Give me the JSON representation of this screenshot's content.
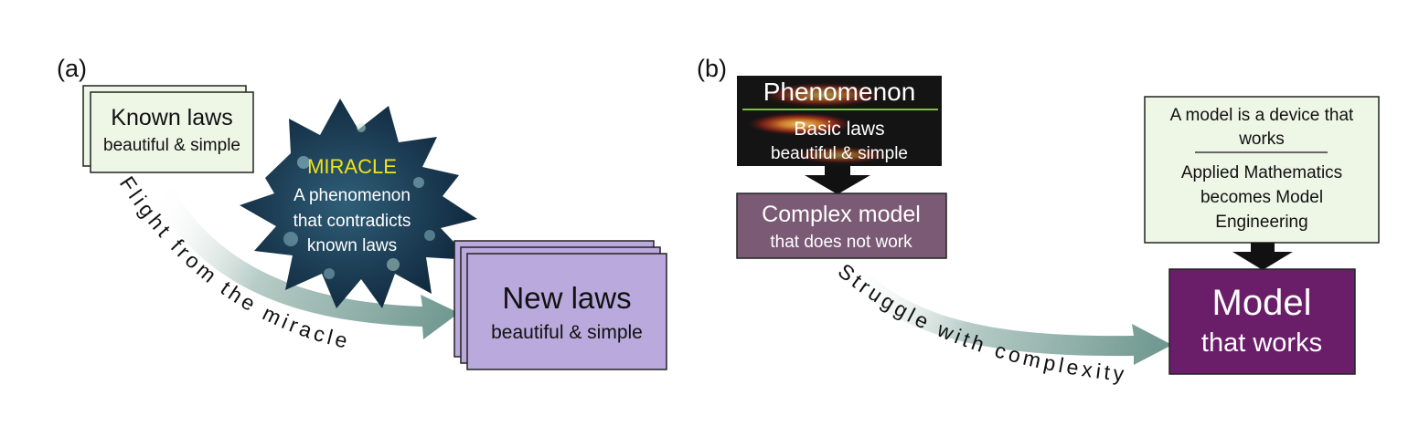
{
  "panel_a": {
    "label": "(a)",
    "known_laws": {
      "title": "Known laws",
      "subtitle": "beautiful & simple"
    },
    "miracle": {
      "title": "MIRACLE",
      "line1": "A phenomenon",
      "line2": "that contradicts",
      "line3": "known laws"
    },
    "new_laws": {
      "title": "New laws",
      "subtitle": "beautiful & simple"
    },
    "arrow_text": "Flight from the miracle"
  },
  "panel_b": {
    "label": "(b)",
    "phenomenon": {
      "title": "Phenomenon",
      "line1": "Basic laws",
      "line2": "beautiful & simple"
    },
    "complex_model": {
      "title": "Complex model",
      "subtitle": "that does not work"
    },
    "arrow_text": "Struggle with complexity",
    "note": {
      "line1": "A model is a device that",
      "line2": "works",
      "line3": "Applied Mathematics",
      "line4": "becomes Model",
      "line5": "Engineering"
    },
    "model": {
      "title": "Model",
      "subtitle": "that works"
    }
  },
  "colors": {
    "known_laws_fill": "#eef7e6",
    "new_laws_fill": "#b9a9dc",
    "miracle_fill": "#1b3a55",
    "miracle_title": "#f2e21a",
    "phenomenon_fill": "#141414",
    "phenomenon_rule": "#7fc241",
    "complex_fill": "#7a5a74",
    "note_fill": "#eef7e6",
    "model_fill": "#6a1d68",
    "arrow": "#7fa59c"
  }
}
